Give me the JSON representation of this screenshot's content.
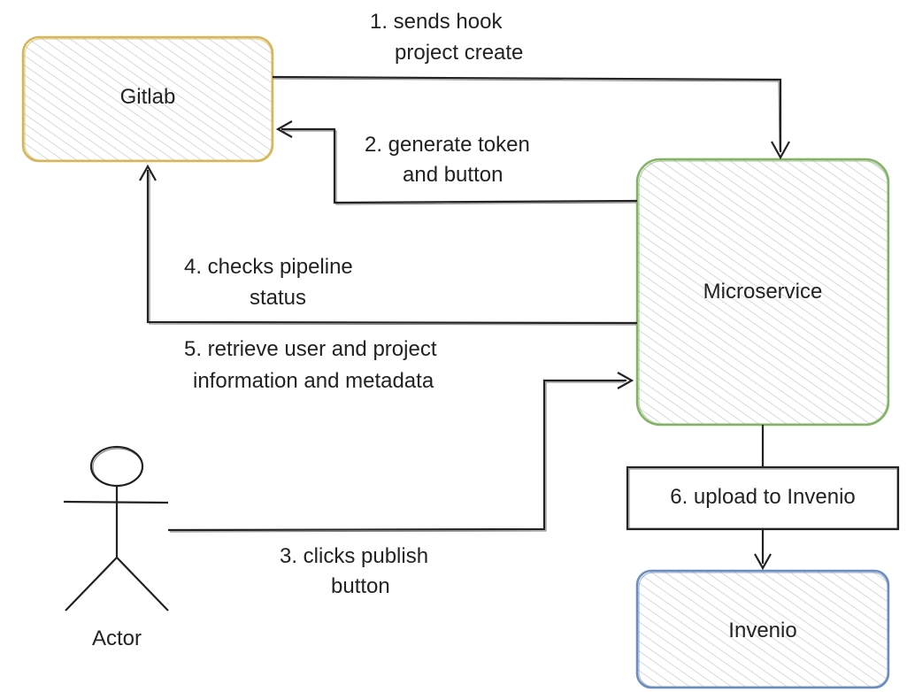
{
  "nodes": {
    "gitlab": {
      "label": "Gitlab",
      "stroke": "#d6b656",
      "fill_hatch": "#d9d9d9"
    },
    "microservice": {
      "label": "Microservice",
      "stroke": "#82b366",
      "fill_hatch": "#d9d9d9"
    },
    "invenio": {
      "label": "Invenio",
      "stroke": "#6c8ebf",
      "fill_hatch": "#d9d9d9"
    },
    "upload": {
      "label": "6. upload to Invenio"
    },
    "actor": {
      "label": "Actor"
    }
  },
  "edges": {
    "e1": {
      "line1": "1. sends hook",
      "line2": "project create"
    },
    "e2": {
      "line1": "2. generate token",
      "line2": "and button"
    },
    "e3": {
      "line1": "3. clicks publish",
      "line2": "button"
    },
    "e4": {
      "line1": "4. checks pipeline",
      "line2": "status"
    },
    "e5": {
      "line1": "5. retrieve user and project",
      "line2": "information and metadata"
    }
  }
}
